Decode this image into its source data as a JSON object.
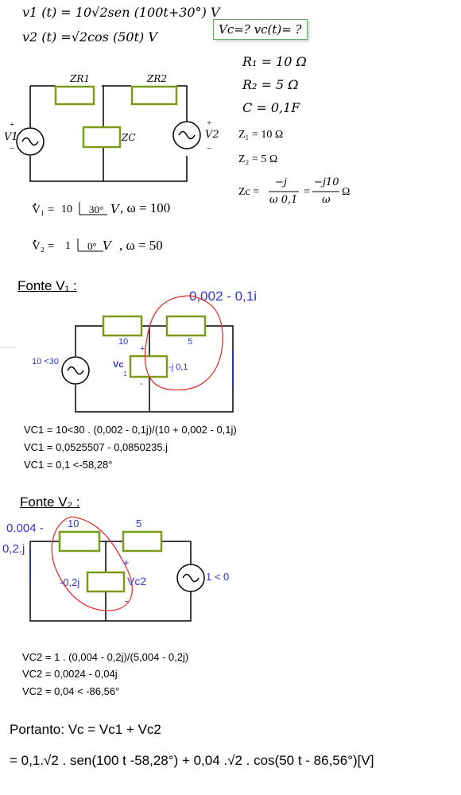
{
  "header": {
    "v1_eq": "v1 (t) = 10√2sen (100t+30°) V",
    "v2_eq": "v2 (t) =√2cos (50t) V",
    "question": "Vc=? vc(t)= ?"
  },
  "params": {
    "r1": "R₁ = 10 Ω",
    "r2": "R₂ = 5 Ω",
    "c": "C = 0,1F",
    "z1": "Z₁ = 10 Ω",
    "z2": "Z₂ = 5 Ω",
    "zc_lhs": "Zc =",
    "zc_num1": "−j",
    "zc_den1": "ω 0,1",
    "zc_eq": "=",
    "zc_num2": "−j10",
    "zc_den2": "ω",
    "zc_unit": "Ω"
  },
  "circuit1": {
    "zr1": "ZR1",
    "zr2": "ZR2",
    "zc": "ZC",
    "v1": "V1",
    "v2": "V2",
    "plus": "+",
    "minus": "−"
  },
  "phasors": {
    "v1_lhs": "V₁ =",
    "v1_mag": "10",
    "v1_ang": "30°",
    "v1_unit": "V",
    "v1_omega": ", ω = 100",
    "v2_lhs": "V₂ =",
    "v2_mag": "1",
    "v2_ang": "0°",
    "v2_unit": "V",
    "v2_omega": ", ω = 50"
  },
  "fonte1": {
    "title": "Fonte V₁ :",
    "annot": "0,002 - 0,1i",
    "r1": "10",
    "r2": "5",
    "src": "10 <30",
    "vc": "Vc",
    "vc_sub": "1",
    "zc": "-j 0,1",
    "plus": "+",
    "minus": "-",
    "eq1": "VC1 = 10<30 . (0,002 - 0,1j)/(10 + 0,002 - 0,1j)",
    "eq2": "VC1 =   0,0525507 - 0,0850235.j",
    "eq3": "VC1 = 0,1 <-58,28°"
  },
  "fonte2": {
    "title": "Fonte V₂ :",
    "annot1": "0.004 -",
    "annot2": "0,2.j",
    "r1": "10",
    "r2": "5",
    "zc": "-0,2j",
    "vc": "Vc2",
    "src": "1 < 0",
    "plus": "+",
    "minus": "-",
    "eq1": "VC2 = 1 . (0,004 - 0,2j)/(5,004 - 0,2j)",
    "eq2": "VC2 = 0,0024 - 0,04j",
    "eq3": "VC2 = 0,04 < -86,56°"
  },
  "result": {
    "line1": "Portanto:  Vc = Vc1 + Vc2",
    "line2": "=  0,1.√2 . sen(100 t -58,28°)  +  0,04 .√2 . cos(50 t - 86,56°)[V]"
  }
}
